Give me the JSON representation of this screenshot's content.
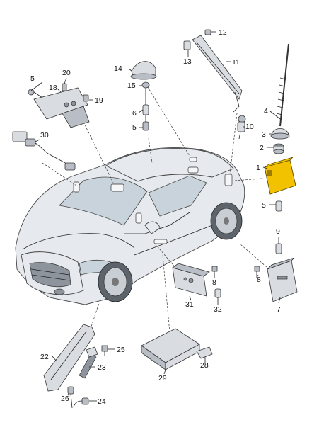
{
  "callouts": {
    "p1": "1",
    "p2": "2",
    "p3": "3",
    "p4": "4",
    "p5a": "5",
    "p5b": "5",
    "p5c": "5",
    "p6": "6",
    "p7": "7",
    "p8a": "8",
    "p8b": "8",
    "p9": "9",
    "p10": "10",
    "p11": "11",
    "p12": "12",
    "p13": "13",
    "p14": "14",
    "p15": "15",
    "p18": "18",
    "p19": "19",
    "p20": "20",
    "p22": "22",
    "p23": "23",
    "p24": "24",
    "p25": "25",
    "p26": "26",
    "p28": "28",
    "p29": "29",
    "p30": "30",
    "p31": "31",
    "p32": "32"
  },
  "colors": {
    "highlight_part": "#f2c100",
    "part_fill": "#d9dde2",
    "car_body": "#e6eaee",
    "glass": "#c9d3dc"
  }
}
